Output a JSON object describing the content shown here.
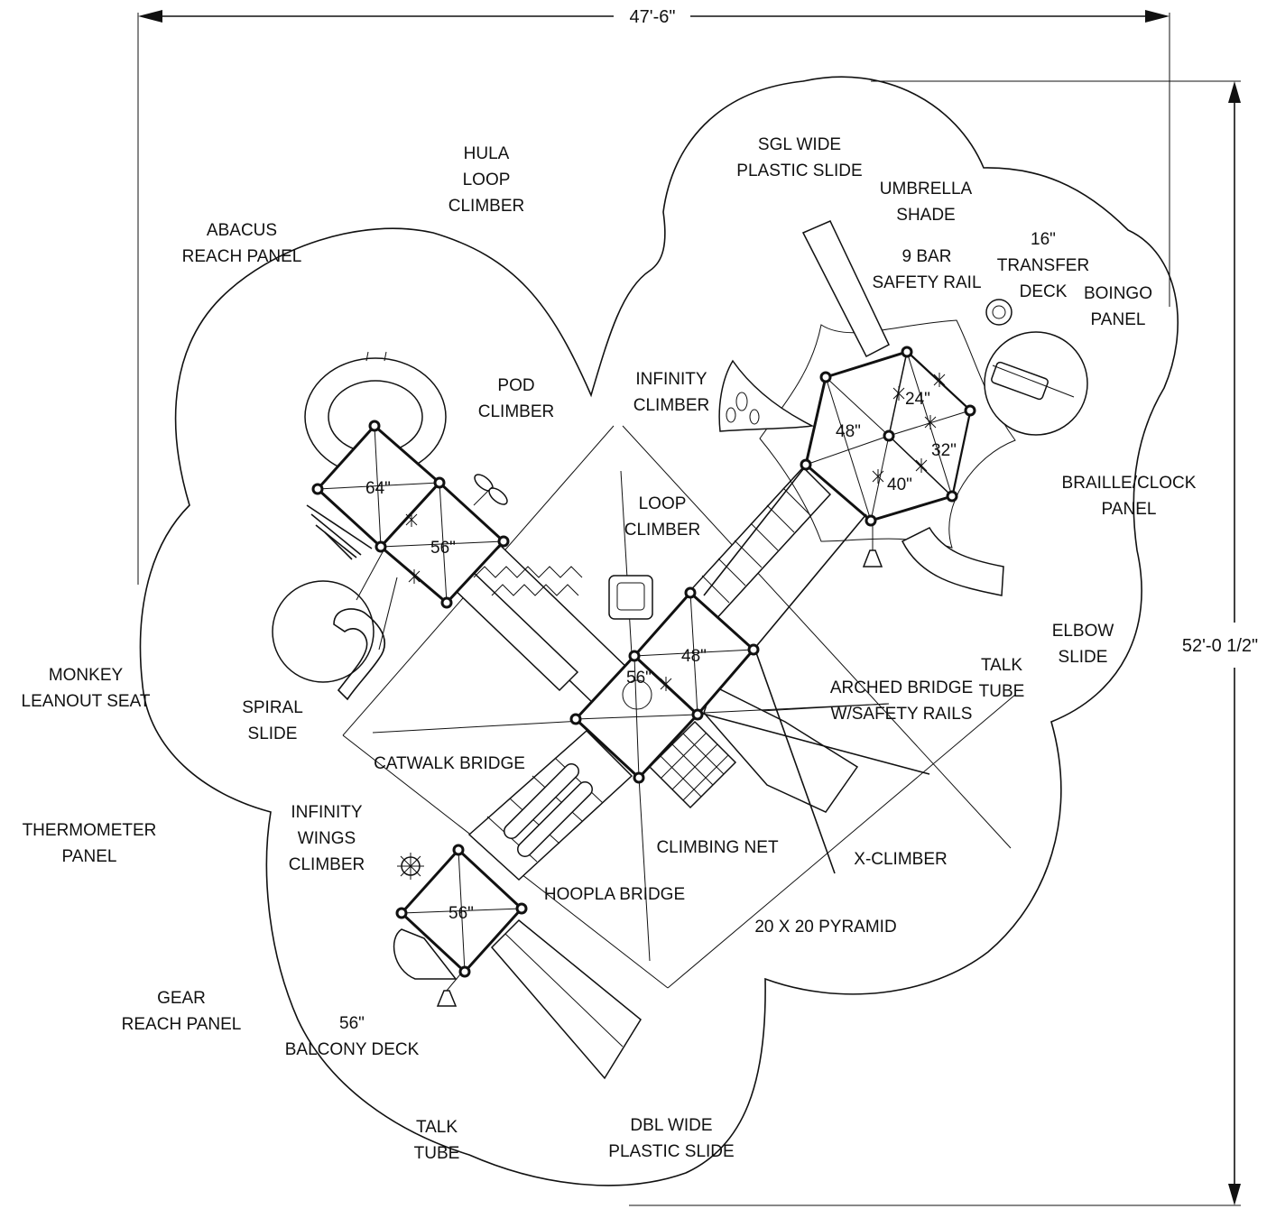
{
  "dimensions": {
    "width": "47'-6\"",
    "height": "52'-0 1/2\""
  },
  "components": [
    {
      "id": "hula",
      "lines": [
        "HULA",
        "LOOP",
        "CLIMBER"
      ]
    },
    {
      "id": "abacus",
      "lines": [
        "ABACUS",
        "REACH PANEL"
      ]
    },
    {
      "id": "sgl-slide",
      "lines": [
        "SGL WIDE",
        "PLASTIC SLIDE"
      ]
    },
    {
      "id": "umbrella",
      "lines": [
        "UMBRELLA",
        "SHADE"
      ]
    },
    {
      "id": "safety-rail",
      "lines": [
        "9 BAR",
        "SAFETY RAIL"
      ]
    },
    {
      "id": "transfer",
      "lines": [
        "16\"",
        "TRANSFER",
        "DECK"
      ]
    },
    {
      "id": "boingo",
      "lines": [
        "BOINGO",
        "PANEL"
      ]
    },
    {
      "id": "pod",
      "lines": [
        "POD",
        "CLIMBER"
      ]
    },
    {
      "id": "infinity",
      "lines": [
        "INFINITY",
        "CLIMBER"
      ]
    },
    {
      "id": "loop",
      "lines": [
        "LOOP",
        "CLIMBER"
      ]
    },
    {
      "id": "braille",
      "lines": [
        "BRAILLE/CLOCK",
        "PANEL"
      ]
    },
    {
      "id": "elbow",
      "lines": [
        "ELBOW",
        "SLIDE"
      ]
    },
    {
      "id": "talk-right",
      "lines": [
        "TALK",
        "TUBE"
      ]
    },
    {
      "id": "monkey",
      "lines": [
        "MONKEY",
        "LEANOUT SEAT"
      ]
    },
    {
      "id": "spiral",
      "lines": [
        "SPIRAL",
        "SLIDE"
      ]
    },
    {
      "id": "arched",
      "lines": [
        "ARCHED BRIDGE",
        "W/SAFETY RAILS"
      ]
    },
    {
      "id": "catwalk",
      "lines": [
        "CATWALK BRIDGE"
      ]
    },
    {
      "id": "thermometer",
      "lines": [
        "THERMOMETER",
        "PANEL"
      ]
    },
    {
      "id": "wings",
      "lines": [
        "INFINITY",
        "WINGS",
        "CLIMBER"
      ]
    },
    {
      "id": "net",
      "lines": [
        "CLIMBING NET"
      ]
    },
    {
      "id": "xclimber",
      "lines": [
        "X-CLIMBER"
      ]
    },
    {
      "id": "hoopla",
      "lines": [
        "HOOPLA BRIDGE"
      ]
    },
    {
      "id": "pyramid",
      "lines": [
        "20 X 20 PYRAMID"
      ]
    },
    {
      "id": "gear",
      "lines": [
        "GEAR",
        "REACH PANEL"
      ]
    },
    {
      "id": "balcony",
      "lines": [
        "56\"",
        "BALCONY DECK"
      ]
    },
    {
      "id": "talk-bottom",
      "lines": [
        "TALK",
        "TUBE"
      ]
    },
    {
      "id": "dbl-slide",
      "lines": [
        "DBL WIDE",
        "PLASTIC SLIDE"
      ]
    }
  ],
  "decks": [
    {
      "id": "d64",
      "height": "64\""
    },
    {
      "id": "d56a",
      "height": "56\""
    },
    {
      "id": "d48a",
      "height": "48\""
    },
    {
      "id": "d56b",
      "height": "56\""
    },
    {
      "id": "d56c",
      "height": "56\""
    },
    {
      "id": "d48b",
      "height": "48\""
    },
    {
      "id": "d24",
      "height": "24\""
    },
    {
      "id": "d32",
      "height": "32\""
    },
    {
      "id": "d40",
      "height": "40\""
    }
  ]
}
